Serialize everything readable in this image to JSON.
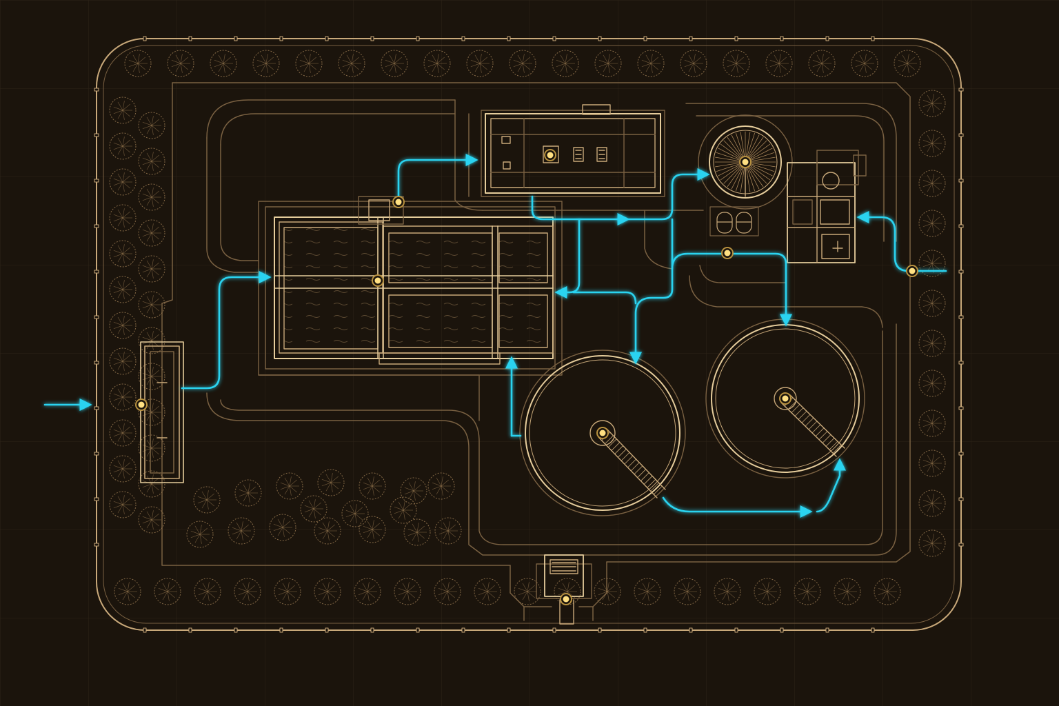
{
  "colors": {
    "background": "#1b140c",
    "grid": "#3a2e1f",
    "line": "#c9a97a",
    "line_bright": "#e6cd9c",
    "line_dim": "#7a6142",
    "tree": "#a8865a",
    "flow": "#29d3f0",
    "node_fill": "#ffe082",
    "node_ring": "#b8913f"
  },
  "layers": {
    "site_boundary": "site-boundary",
    "trees": "tree-canopy",
    "roads": "access-road",
    "buildings": "building",
    "tanks": "circular-tank",
    "flows": "flow-line",
    "nodes": "junction-node"
  },
  "icons": {
    "tree": "tree-canopy-icon",
    "arrow": "arrow-head-icon",
    "node": "node-dot-icon"
  }
}
